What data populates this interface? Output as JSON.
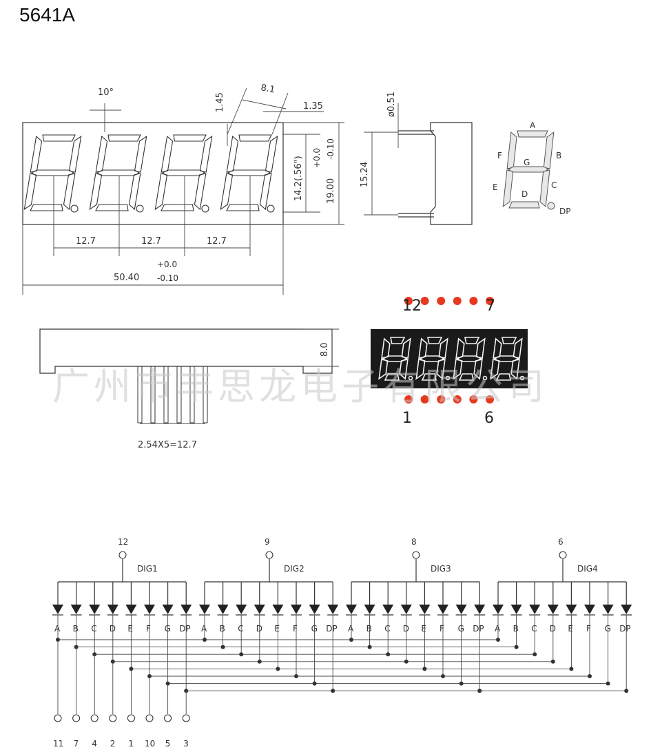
{
  "title": "5641A",
  "dims": {
    "angle": "10°",
    "seg_w": "1.45",
    "pitch_w": "8.1",
    "dp_w": "1.35",
    "char_h": "14.2(.56\")",
    "height": "19.00",
    "height_tol_plus": "+0.0",
    "height_tol_minus": "-0.10",
    "digit_pitch": "12.7",
    "width": "50.40",
    "width_tol_plus": "+0.0",
    "width_tol_minus": "-0.10",
    "pin_dia": "ø0.51",
    "pin_row": "15.24",
    "thickness": "8.0",
    "pin_pitch": "2.54X5=12.7"
  },
  "segment_labels": {
    "a": "A",
    "b": "B",
    "c": "C",
    "d": "D",
    "e": "E",
    "f": "F",
    "g": "G",
    "dp": "DP"
  },
  "pinout": {
    "top_left": "12",
    "top_right": "7",
    "bottom_left": "1",
    "bottom_right": "6"
  },
  "watermark": "广州市丰思龙电子有限公司",
  "schematic": {
    "digits": [
      {
        "name": "DIG1",
        "pin": "12"
      },
      {
        "name": "DIG2",
        "pin": "9"
      },
      {
        "name": "DIG3",
        "pin": "8"
      },
      {
        "name": "DIG4",
        "pin": "6"
      }
    ],
    "segments": [
      "A",
      "B",
      "C",
      "D",
      "E",
      "F",
      "G",
      "DP"
    ],
    "segment_pins": [
      "11",
      "7",
      "4",
      "2",
      "1",
      "10",
      "5",
      "3"
    ]
  },
  "colors": {
    "led_red": "#e8391e",
    "display_bg": "#1a1a1a",
    "segment_off": "#e8e8e8"
  }
}
